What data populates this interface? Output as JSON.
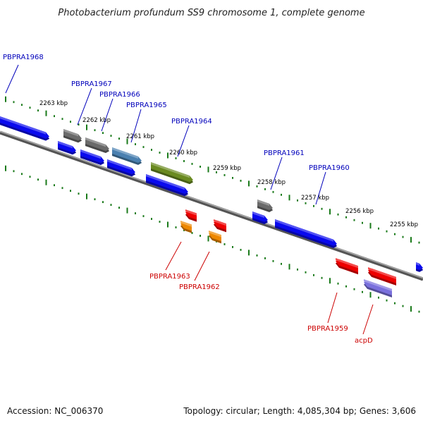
{
  "title": "Photobacterium profundum SS9 chromosome 1, complete genome",
  "footer": {
    "accession": "Accession: NC_006370",
    "summary": "Topology: circular; Length: 4,085,304 bp; Genes: 3,606"
  },
  "kbp_labels": [
    "2263 kbp",
    "2262 kbp",
    "2261 kbp",
    "2260 kbp",
    "2259 kbp",
    "2258 kbp",
    "2257 kbp",
    "2256 kbp",
    "2255 kbp"
  ],
  "colors": {
    "forward_label": "#0000bb",
    "reverse_label": "#cc0000",
    "tick": "#1a7a1a",
    "backbone": "#888888",
    "blue_gene": "#0a0aee",
    "gray_gene": "#6a6a6a",
    "steel_gene": "#4a80b0",
    "olive_gene": "#6a8a20",
    "red_gene": "#ee0000",
    "orange_gene": "#ee8800",
    "lavender_gene": "#7a70dd"
  },
  "gene_labels": {
    "forward": [
      "PBPRA1968",
      "PBPRA1967",
      "PBPRA1966",
      "PBPRA1965",
      "PBPRA1964",
      "PBPRA1961",
      "PBPRA1960"
    ],
    "reverse": [
      "PBPRA1963",
      "PBPRA1962",
      "PBPRA1959",
      "acpD"
    ]
  }
}
